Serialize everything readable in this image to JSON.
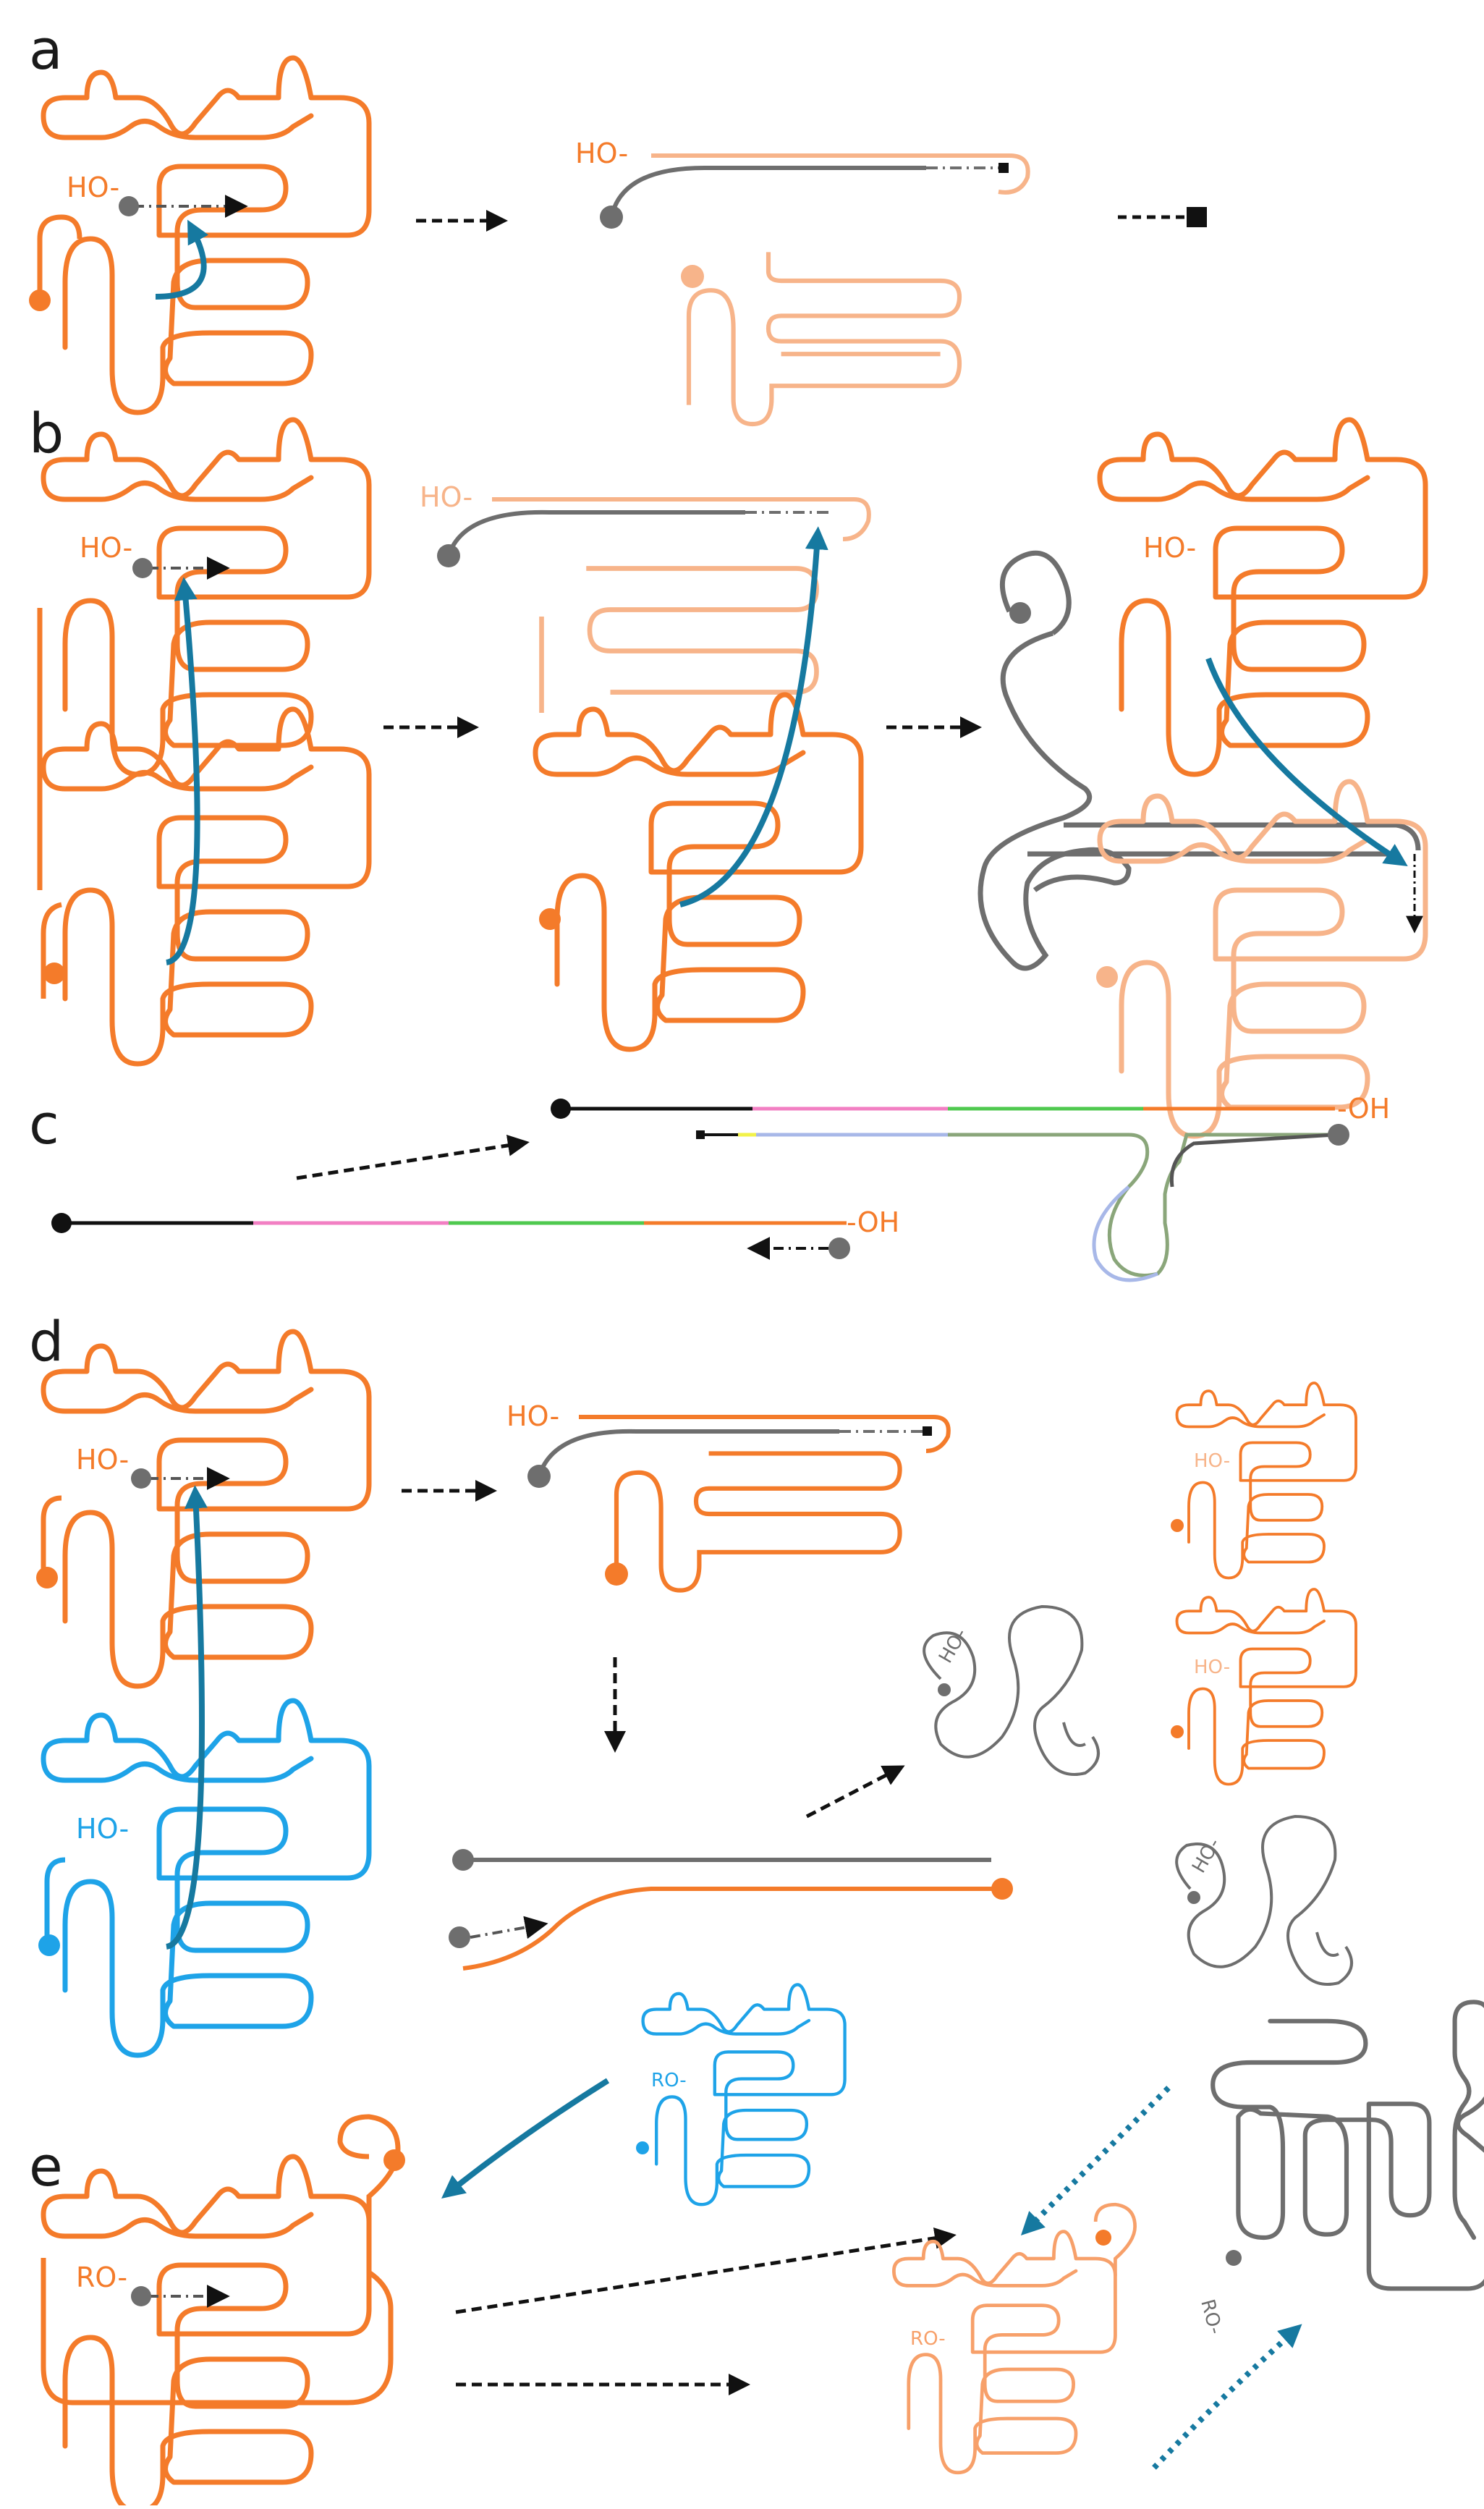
{
  "panels": {
    "a": {
      "letter": "a",
      "labels": [
        "HO-",
        "HO-"
      ]
    },
    "b": {
      "letter": "b",
      "labels": [
        "HO-",
        "HO-",
        "HO-"
      ]
    },
    "c": {
      "letter": "c",
      "labels": [
        "-OH",
        "-OH"
      ]
    },
    "d": {
      "letter": "d",
      "labels": [
        "HO-",
        "HO-",
        "HO-",
        "HO-",
        "HO-",
        "HO-",
        "HO-"
      ]
    },
    "e": {
      "letter": "e",
      "labels": [
        "RO-",
        "RO-",
        "RO-",
        "RO-"
      ]
    }
  },
  "colors": {
    "orange": "#f47b2a",
    "light_orange": "#f7b48a",
    "blue": "#1ea3e8",
    "teal_arrow": "#1679a0",
    "gray": "#6e6e6e",
    "black": "#111111",
    "pink": "#f27fc3",
    "green": "#4fc94f",
    "light_blue": "#a8b8e8",
    "olive": "#8aa67a",
    "yellow": "#f2f24a"
  }
}
